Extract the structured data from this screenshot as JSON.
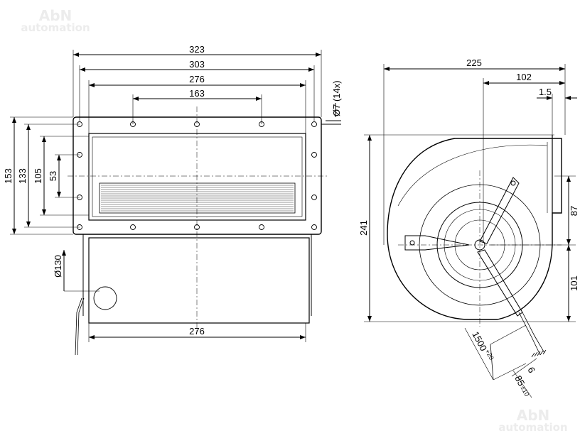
{
  "watermark": {
    "brand": "AbN",
    "sub": "automation"
  },
  "front_view": {
    "width_overall": "323",
    "width_holes": "303",
    "width_opening": "276",
    "width_inner_holes": "163",
    "hole_spec": "Ø7 (14x)",
    "height_overall": "153",
    "height_holes": "133",
    "height_opening": "105",
    "height_inner_holes": "53",
    "wheel_diameter": "Ø130",
    "housing_width": "276"
  },
  "side_view": {
    "depth_overall": "225",
    "depth_to_axis": "102",
    "flange_thickness": "1.5",
    "height_overall": "241",
    "outlet_to_axis": "87",
    "axis_to_base": "101",
    "cable_length": "1500",
    "cable_length_tol": "+20",
    "strip_length": "6",
    "sheath_strip": "85",
    "sheath_strip_tol": "±10"
  },
  "colors": {
    "line": "#000000",
    "watermark": "#ececec"
  }
}
